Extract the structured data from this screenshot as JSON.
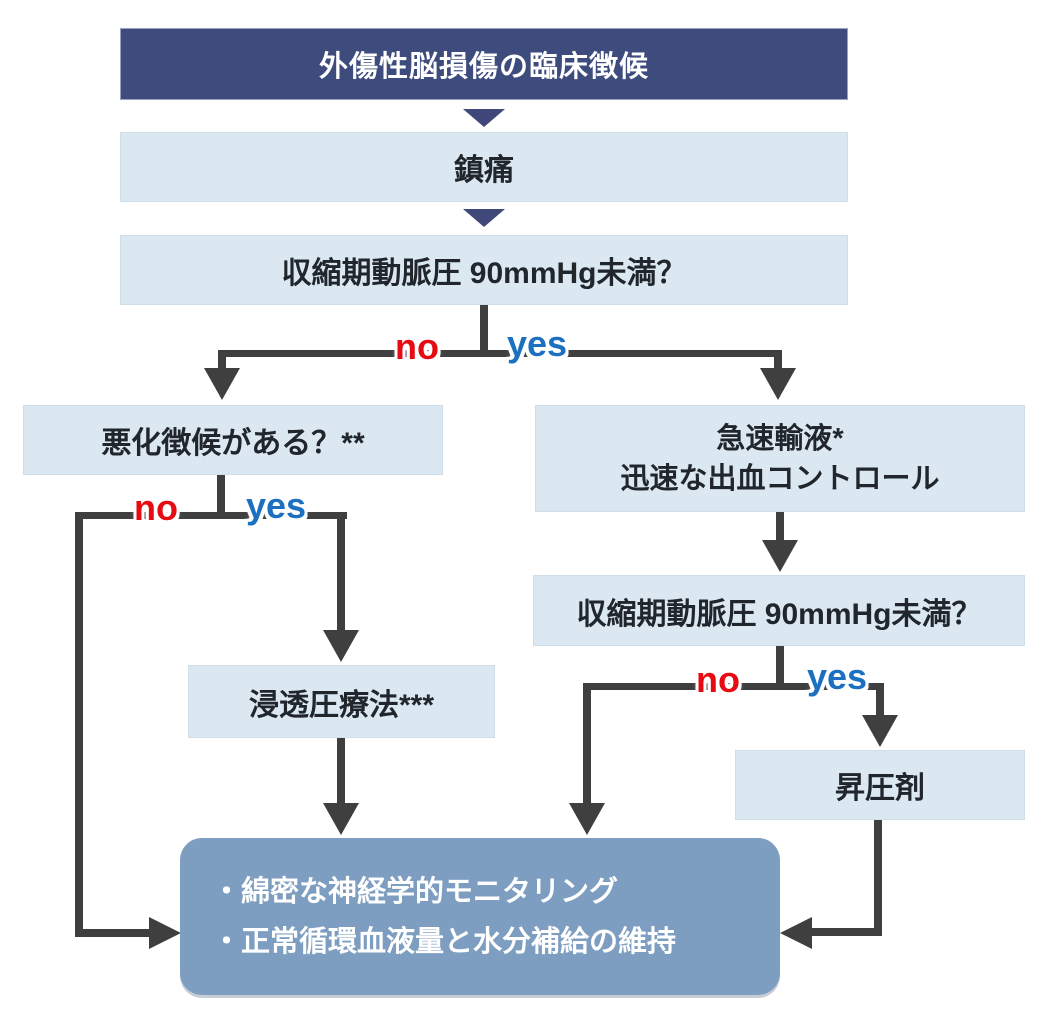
{
  "flowchart": {
    "title": "外傷性脳損傷の臨床徴候",
    "steps": {
      "analgesia": "鎮痛",
      "sbp_check_1": "収縮期動脈圧 90mmHg未満？",
      "deterioration_check": "悪化徴候がある？**",
      "rapid_fluid_line1": "急速輸液*",
      "rapid_fluid_line2": "迅速な出血コントロール",
      "sbp_check_2": "収縮期動脈圧 90mmHg未満？",
      "osmotic_therapy": "浸透圧療法***",
      "vasopressor": "昇圧剤",
      "final_line1": "・綿密な神経学的モニタリング",
      "final_line2": "・正常循環血液量と水分補給の維持"
    },
    "branch_labels": {
      "no": "no",
      "yes": "yes"
    },
    "colors": {
      "header_bg": "#3e4b7d",
      "node_bg": "#dbe8f2",
      "final_bg": "#7d9ec0",
      "connector": "#3f3f3f",
      "no_label": "#e60b12",
      "yes_label": "#1c70c0",
      "text_dark": "#20262b",
      "text_light": "#ffffff"
    }
  }
}
